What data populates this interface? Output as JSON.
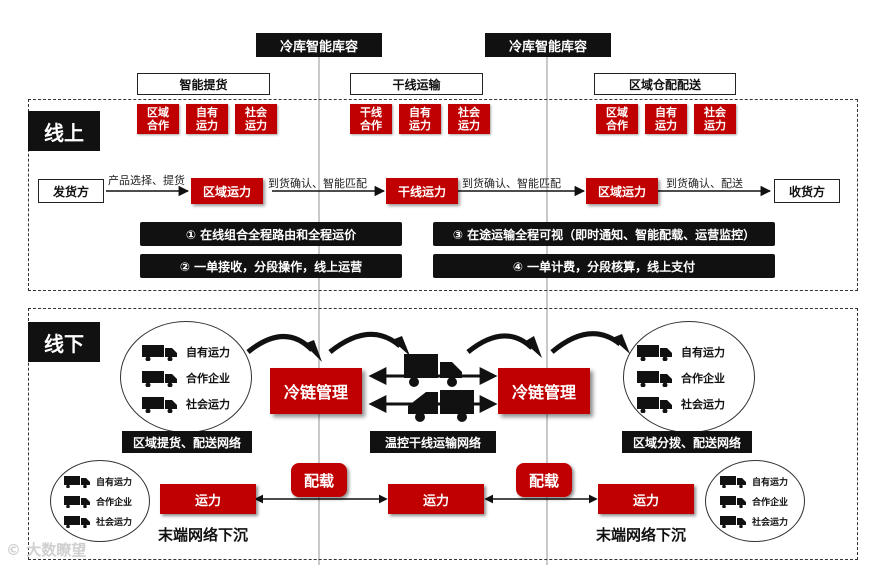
{
  "top_labels": [
    "冷库智能库容",
    "冷库智能库容"
  ],
  "sections": {
    "online": "线上",
    "offline": "线下"
  },
  "top_boxes": [
    {
      "title": "智能提货",
      "items": [
        "区域\n合作",
        "自有\n运力",
        "社会\n运力"
      ]
    },
    {
      "title": "干线运输",
      "items": [
        "干线\n合作",
        "自有\n运力",
        "社会\n运力"
      ]
    },
    {
      "title": "区域仓配配送",
      "items": [
        "区域\n合作",
        "自有\n运力",
        "社会\n运力"
      ]
    }
  ],
  "flow": {
    "start": "发货方",
    "end": "收货方",
    "nodes": [
      "区域运力",
      "干线运力",
      "区域运力"
    ],
    "edge_labels": [
      "产品选择、提货",
      "到货确认、智能匹配",
      "到货确认、智能匹配",
      "到货确认、配送"
    ]
  },
  "features": [
    "① 在线组合全程路由和全程运价",
    "② 一单接收，分段操作，线上运营",
    "③ 在途运输全程可视（即时通知、智能配载、运营监控）",
    "④ 一单计费，分段核算，线上支付"
  ],
  "offline": {
    "capacity_types": [
      "自有运力",
      "合作企业",
      "社会运力"
    ],
    "cold_chain": [
      "冷链管理",
      "冷链管理"
    ],
    "captions": [
      "区域提货、配送网络",
      "温控干线运输网络",
      "区域分拨、配送网络"
    ],
    "peizai": [
      "配载",
      "配载"
    ],
    "yunli": [
      "运力",
      "运力",
      "运力"
    ],
    "last_mile": [
      "末端网络下沉",
      "末端网络下沉"
    ]
  },
  "watermark": "大数瞭望",
  "colors": {
    "accent_red": "#c00000",
    "black": "#111111"
  },
  "icons": [
    "truck-icon",
    "arrow-icon"
  ]
}
